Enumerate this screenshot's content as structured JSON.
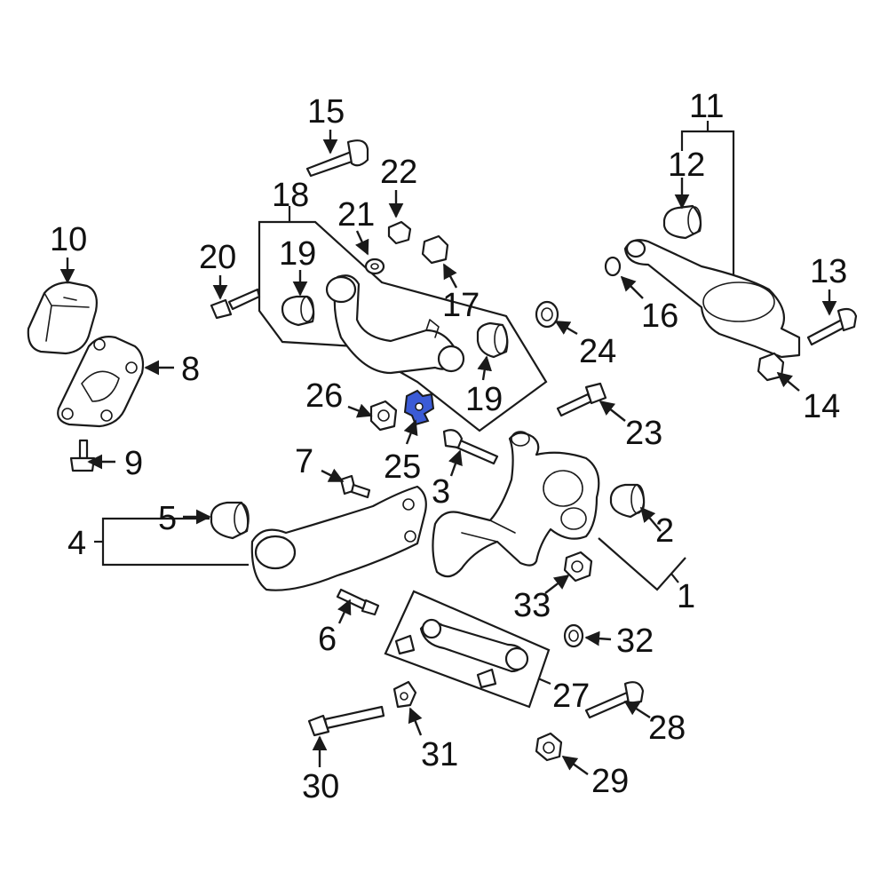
{
  "diagram": {
    "highlight_color": "#3b5bd6",
    "callouts": [
      {
        "id": "1",
        "label": "1"
      },
      {
        "id": "2",
        "label": "2"
      },
      {
        "id": "3",
        "label": "3"
      },
      {
        "id": "4",
        "label": "4"
      },
      {
        "id": "5",
        "label": "5"
      },
      {
        "id": "6",
        "label": "6"
      },
      {
        "id": "7",
        "label": "7"
      },
      {
        "id": "8",
        "label": "8"
      },
      {
        "id": "9",
        "label": "9"
      },
      {
        "id": "10",
        "label": "10"
      },
      {
        "id": "11",
        "label": "11"
      },
      {
        "id": "12",
        "label": "12"
      },
      {
        "id": "13",
        "label": "13"
      },
      {
        "id": "14",
        "label": "14"
      },
      {
        "id": "15",
        "label": "15"
      },
      {
        "id": "16",
        "label": "16"
      },
      {
        "id": "17",
        "label": "17"
      },
      {
        "id": "18",
        "label": "18"
      },
      {
        "id": "19a",
        "label": "19"
      },
      {
        "id": "19b",
        "label": "19"
      },
      {
        "id": "20",
        "label": "20"
      },
      {
        "id": "21",
        "label": "21"
      },
      {
        "id": "22",
        "label": "22"
      },
      {
        "id": "23",
        "label": "23"
      },
      {
        "id": "24",
        "label": "24"
      },
      {
        "id": "25",
        "label": "25"
      },
      {
        "id": "26",
        "label": "26"
      },
      {
        "id": "27",
        "label": "27"
      },
      {
        "id": "28",
        "label": "28"
      },
      {
        "id": "29",
        "label": "29"
      },
      {
        "id": "30",
        "label": "30"
      },
      {
        "id": "31",
        "label": "31"
      },
      {
        "id": "32",
        "label": "32"
      },
      {
        "id": "33",
        "label": "33"
      }
    ]
  }
}
